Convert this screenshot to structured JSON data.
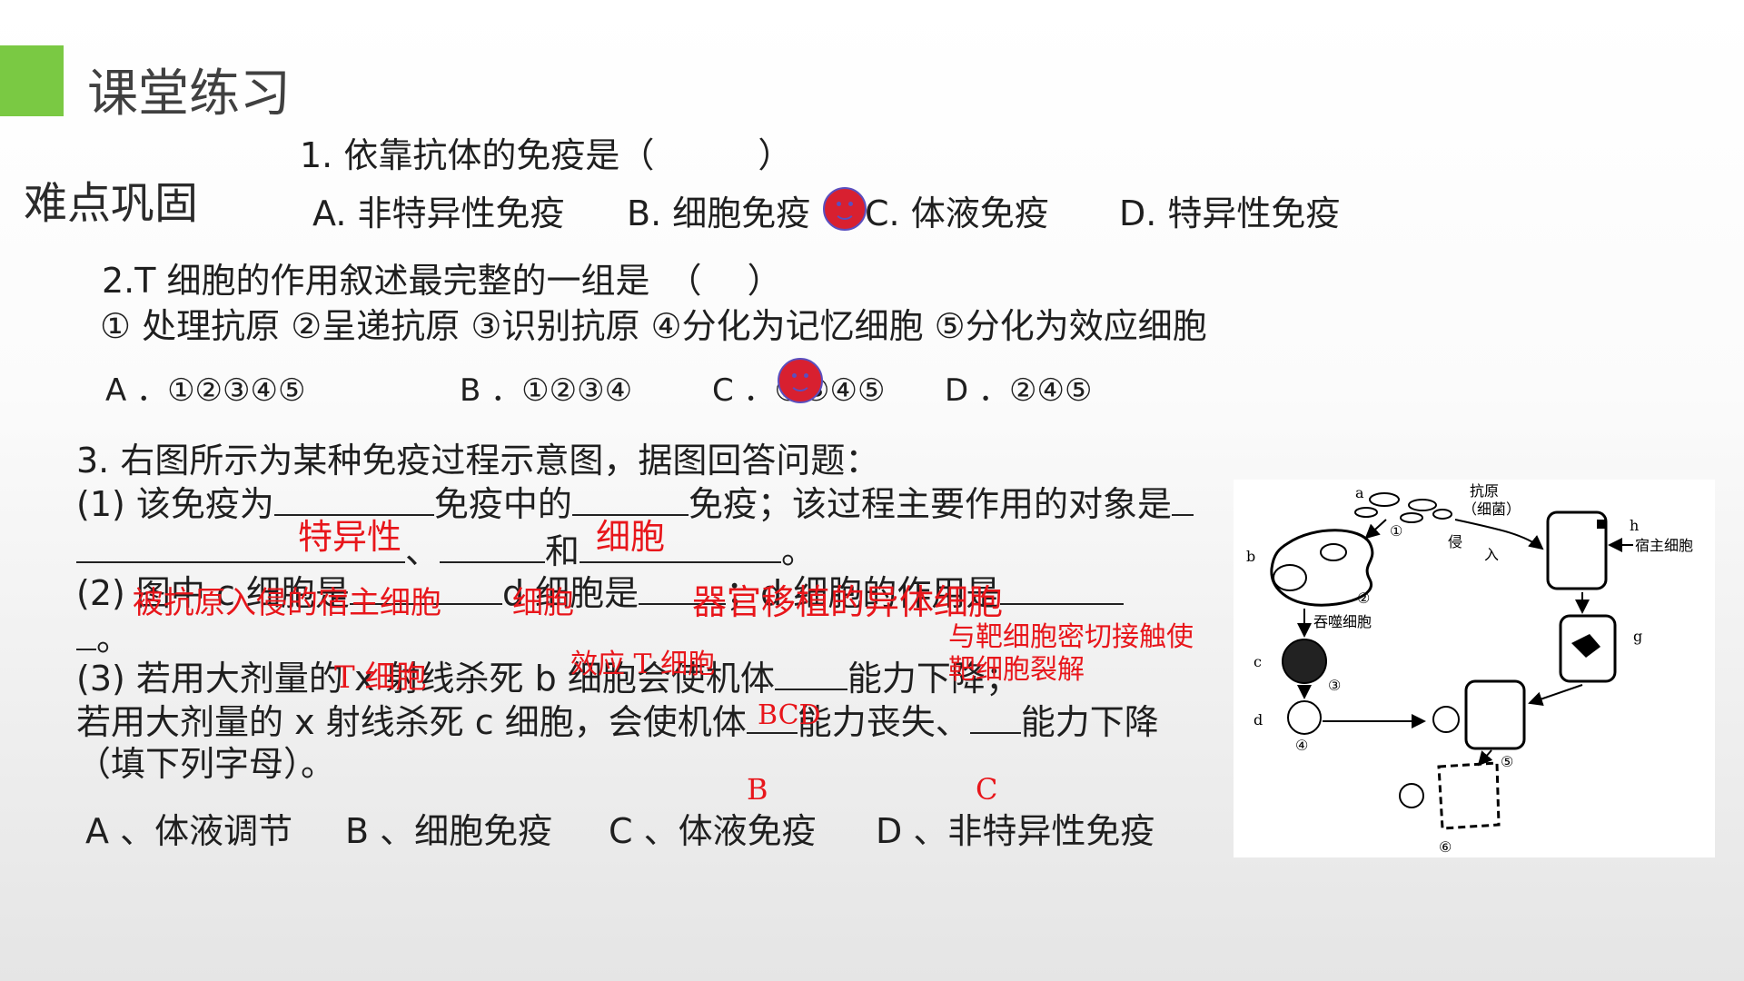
{
  "header": {
    "title": "课堂练习",
    "accent_color": "#7ac943"
  },
  "section_label": "难点巩固",
  "q1": {
    "stem": "1. 依靠抗体的免疫是（　　　）",
    "options": [
      "A. 非特异性免疫",
      "B. 细胞免疫",
      "C. 体液免疫",
      "D. 特异性免疫"
    ]
  },
  "q2": {
    "stem": "2.T 细胞的作用叙述最完整的一组是　（　 ）",
    "items": "① 处理抗原  ②呈递抗原  ③识别抗原  ④分化为记忆细胞  ⑤分化为效应细胞",
    "options": [
      "A ．①②③④⑤",
      "B ．①②③④",
      "C ．①③④⑤",
      "D ．②④⑤"
    ]
  },
  "q3": {
    "stem": "3. 右图所示为某种免疫过程示意图，据图回答问题：",
    "p1_a": "(1) 该免疫为",
    "p1_b": "免疫中的",
    "p1_c": "免疫；该过程主要作用的对象是",
    "p1_d": "、",
    "p1_e": "和",
    "p1_f": "。",
    "p2_a": "(2) 图中 c 细胞是",
    "p2_b": "d 细胞是",
    "p2_c": "；d 细胞的作用是",
    "p2_d": "。",
    "p3_a": "(3) 若用大剂量的 x 射线杀死 b 细胞会使机体",
    "p3_b": "能力下降；",
    "p4_a": "若用大剂量的 x 射线杀死 c 细胞，会使机体",
    "p4_b": "能力丧失、",
    "p4_c": "能力下降",
    "p5": "（填下列字母）。",
    "options": [
      "A 、体液调节",
      "B 、细胞免疫",
      "C 、体液免疫",
      "D 、非特异性免疫"
    ]
  },
  "answers": {
    "a1": "特异性",
    "a2": "细胞",
    "a3": "被抗原入侵的宿主细胞",
    "a4": "细胞",
    "a5": "器官移植的异体细胞",
    "a6": "与靶细胞密切接触使",
    "a7": "靶细胞裂解",
    "a8": "效应 T 细胞",
    "a9": "T 细胞",
    "a10": "BCD",
    "a11": "B",
    "a12": "C"
  },
  "diagram": {
    "labels": [
      "a",
      "抗原",
      "（细菌）",
      "b",
      "①",
      "侵",
      "入",
      "h",
      "宿主细胞",
      "②",
      "吞噬细胞",
      "c",
      "③",
      "g",
      "d",
      "④",
      "⑤",
      "⑥"
    ]
  }
}
